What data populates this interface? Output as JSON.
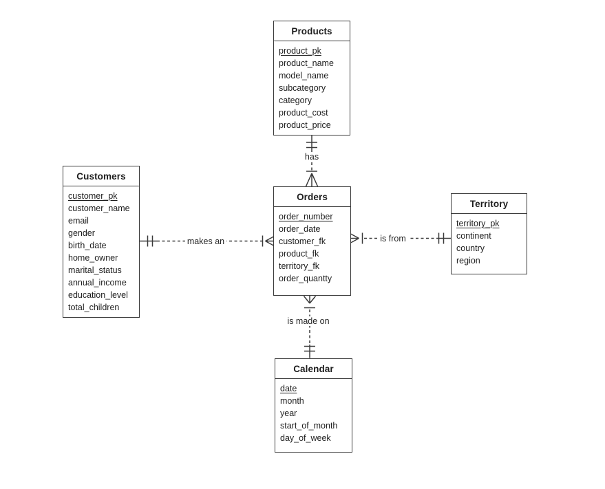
{
  "diagram": {
    "type": "entity-relationship-diagram",
    "notation": "crows-foot"
  },
  "colors": {
    "background": "#ffffff",
    "line": "#3a3a3a",
    "text": "#1d1d1d"
  },
  "entities": {
    "products": {
      "title": "Products",
      "pk": "product_pk",
      "attributes": [
        "product_name",
        "model_name",
        "subcategory",
        "category",
        "product_cost",
        "product_price"
      ]
    },
    "customers": {
      "title": "Customers",
      "pk": "customer_pk",
      "attributes": [
        "customer_name",
        "email",
        "gender",
        "birth_date",
        "home_owner",
        "marital_status",
        "annual_income",
        "education_level",
        "total_children"
      ]
    },
    "orders": {
      "title": "Orders",
      "pk": "order_number",
      "attributes": [
        "order_date",
        "customer_fk",
        "product_fk",
        "territory_fk",
        "order_quantty"
      ]
    },
    "territory": {
      "title": "Territory",
      "pk": "territory_pk",
      "attributes": [
        "continent",
        "country",
        "region"
      ]
    },
    "calendar": {
      "title": "Calendar",
      "pk": "date",
      "attributes": [
        "month",
        "year",
        "start_of_month",
        "day_of_week"
      ]
    }
  },
  "relationships": [
    {
      "label": "has",
      "from": "Products",
      "to": "Orders",
      "from_cardinality": "one and only one",
      "to_cardinality": "one or many"
    },
    {
      "label": "makes an",
      "from": "Customers",
      "to": "Orders",
      "from_cardinality": "one and only one",
      "to_cardinality": "one or many"
    },
    {
      "label": "is from",
      "from": "Orders",
      "to": "Territory",
      "from_cardinality": "one or many",
      "to_cardinality": "one and only one"
    },
    {
      "label": "is made on",
      "from": "Orders",
      "to": "Calendar",
      "from_cardinality": "one or many",
      "to_cardinality": "one and only one"
    }
  ]
}
